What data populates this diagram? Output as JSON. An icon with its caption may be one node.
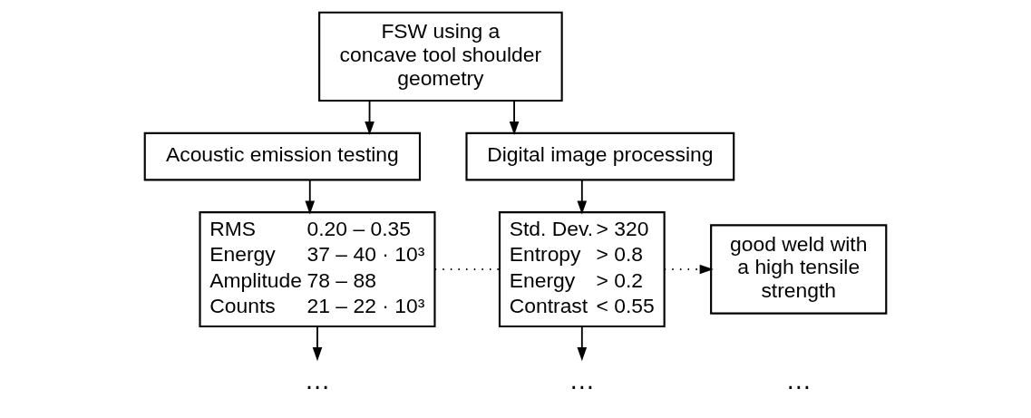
{
  "diagram": {
    "nodes": [
      {
        "text": [
          "FSW using a concave tool shoulder geometry"
        ]
      },
      {
        "text": [
          "Acoustic emission testing"
        ]
      },
      {
        "text": [
          "Digital image processing"
        ]
      },
      {
        "text": [
          "RMS",
          "0.20 – 0.35",
          "Energy",
          "37 – 40 · 10³",
          "Amplitude",
          "78 – 88",
          "Counts",
          "21 – 22 · 10³"
        ]
      },
      {
        "text": [
          "Std. Dev.",
          "> 320",
          "Entropy",
          "> 0.8",
          "Energy",
          "> 0.2",
          "Contrast",
          "< 0.55"
        ]
      },
      {
        "text": [
          "good weld with a high tensile strength"
        ]
      },
      {
        "text": [
          "…"
        ]
      },
      {
        "text": [
          "…"
        ]
      }
    ],
    "edges": [
      {
        "from": 0,
        "to": 1,
        "arrow": "to"
      },
      {
        "from": 0,
        "to": 2,
        "arrow": "to"
      },
      {
        "from": 1,
        "to": 3,
        "arrow": "to"
      },
      {
        "from": 2,
        "to": 4,
        "arrow": "to"
      },
      {
        "from": 3,
        "to": 4,
        "arrow": "none",
        "style": "dashed"
      },
      {
        "from": 4,
        "to": 5,
        "arrow": "to",
        "style": "dashed"
      },
      {
        "from": 3,
        "to": 6,
        "arrow": "to"
      },
      {
        "from": 4,
        "to": 7,
        "arrow": "to"
      }
    ],
    "labels": [
      "…"
    ]
  }
}
